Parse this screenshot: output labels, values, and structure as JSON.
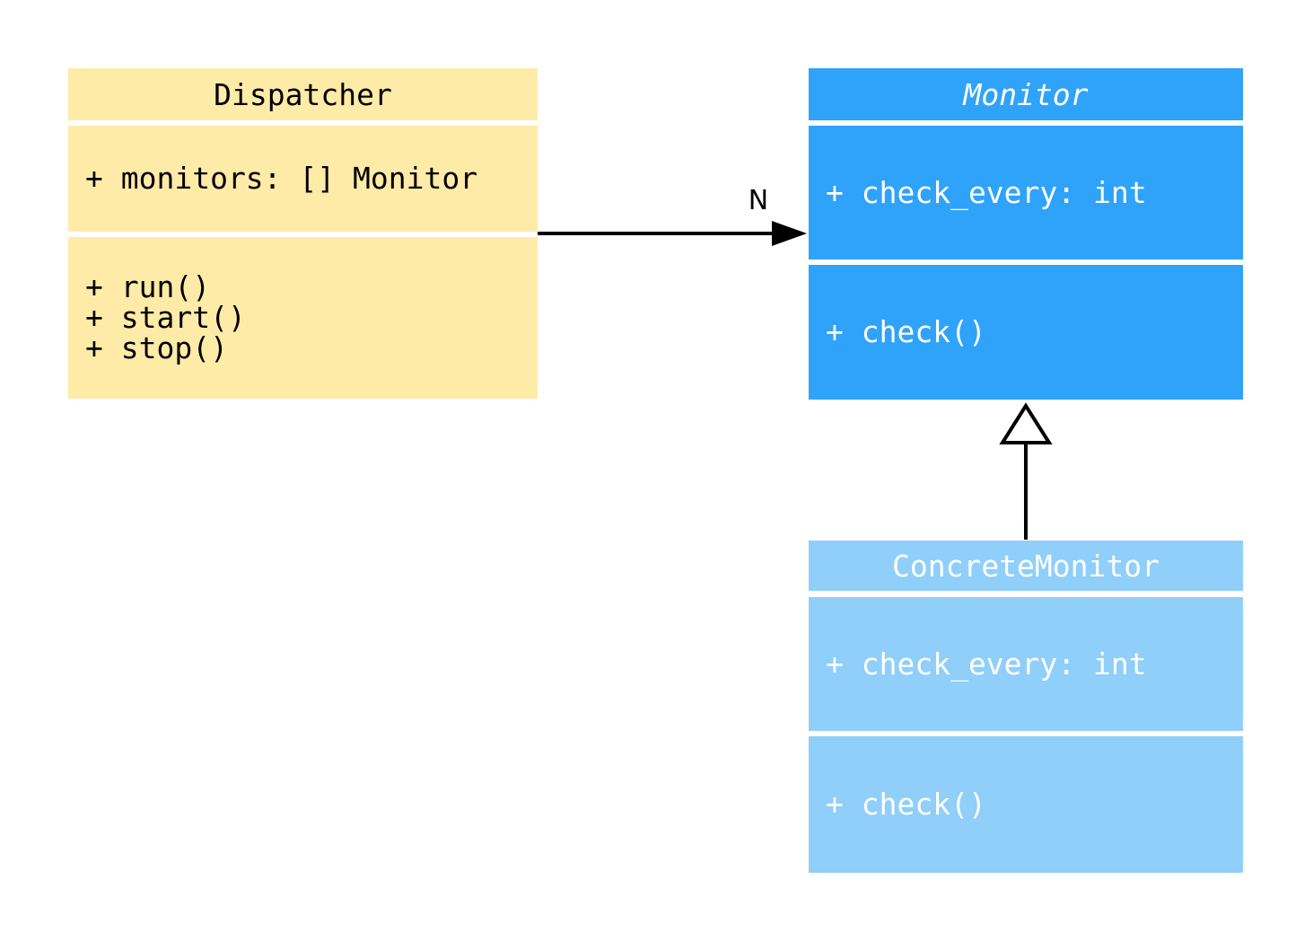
{
  "diagram": {
    "type": "uml-class-diagram",
    "background_color": "#ffffff",
    "line_color": "#000000",
    "classes": [
      {
        "name": "Dispatcher",
        "abstract": false,
        "fill": "#FFEBA8",
        "text_color": "#000000",
        "attributes": [
          "+ monitors: [] Monitor"
        ],
        "methods": [
          "+ run()",
          "+ start()",
          "+ stop()"
        ]
      },
      {
        "name": "Monitor",
        "abstract": true,
        "fill": "#2FA3FA",
        "text_color": "#ffffff",
        "attributes": [
          "+ check_every: int"
        ],
        "methods": [
          "+ check()"
        ]
      },
      {
        "name": "ConcreteMonitor",
        "abstract": false,
        "fill": "#8FCFFA",
        "text_color": "#ffffff",
        "attributes": [
          "+ check_every: int"
        ],
        "methods": [
          "+ check()"
        ]
      }
    ],
    "relations": [
      {
        "type": "association",
        "from": "Dispatcher",
        "to": "Monitor",
        "label": "N"
      },
      {
        "type": "inheritance",
        "from": "ConcreteMonitor",
        "to": "Monitor",
        "label": ""
      }
    ]
  }
}
